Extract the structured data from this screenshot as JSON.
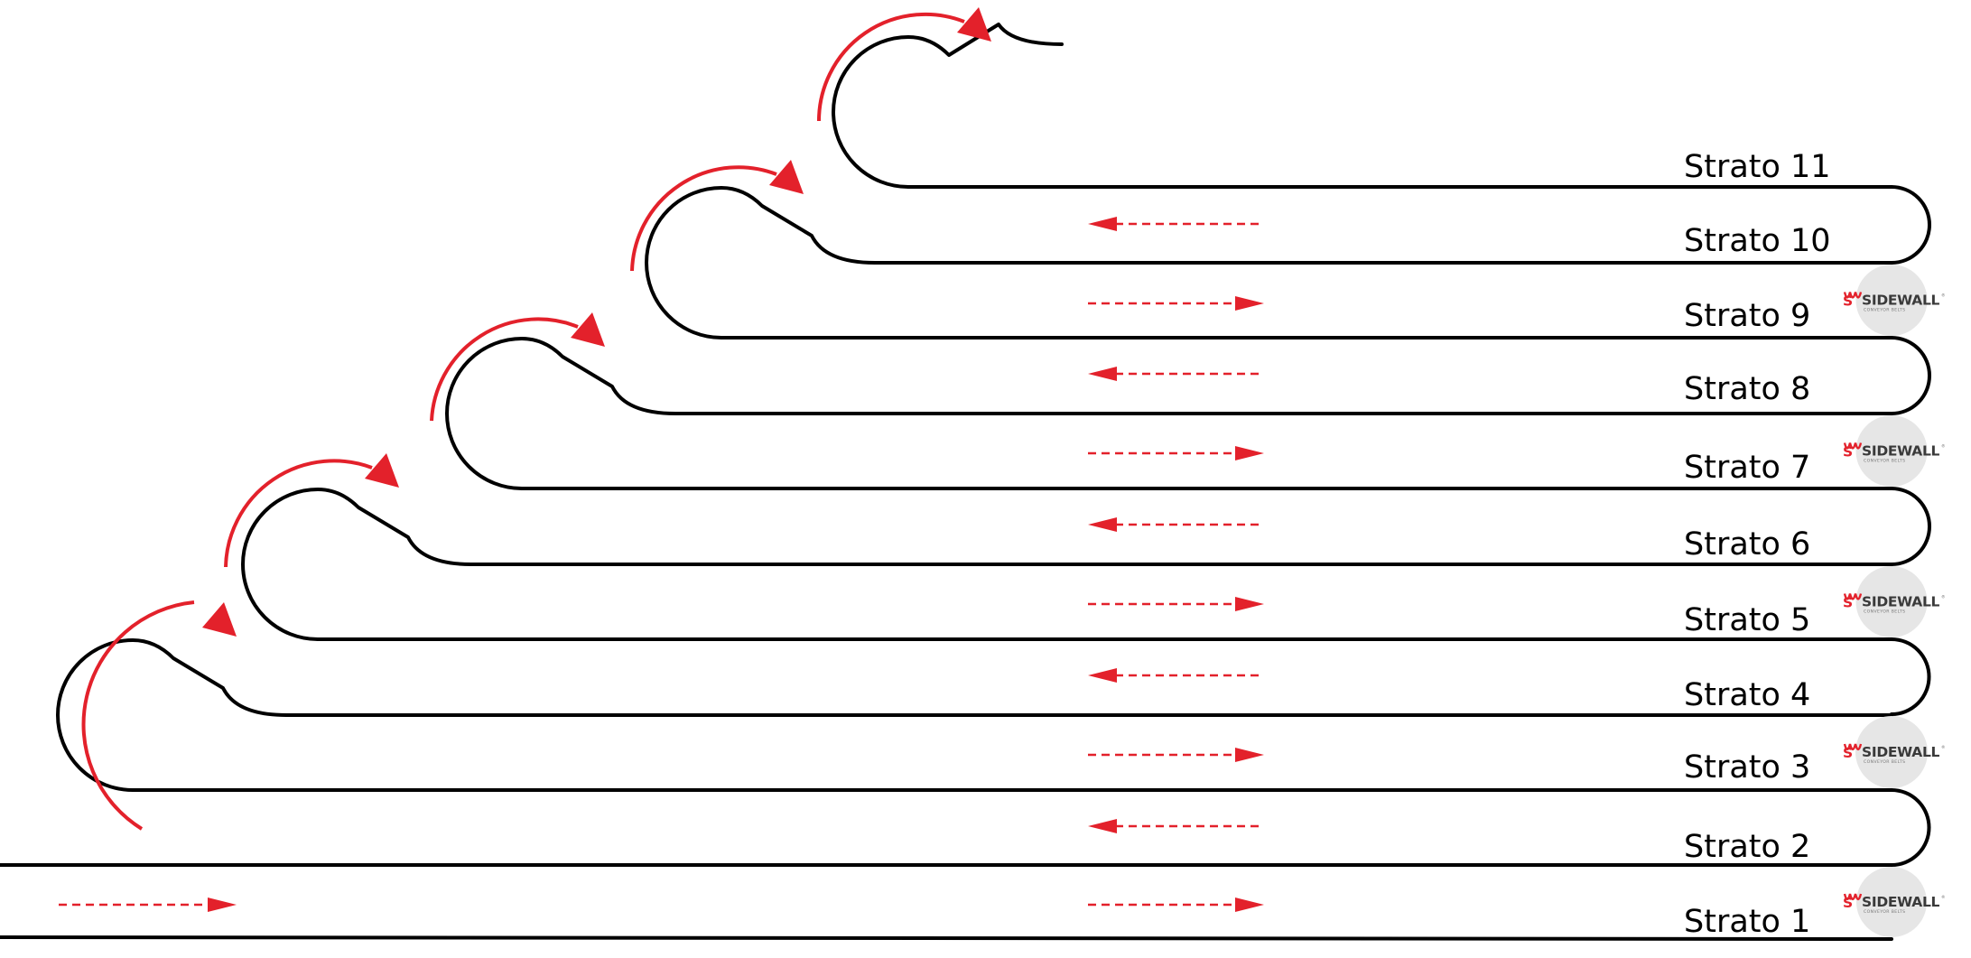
{
  "diagram": {
    "layers": [
      "Strato 1",
      "Strato 2",
      "Strato 3",
      "Strato 4",
      "Strato 5",
      "Strato 6",
      "Strato 7",
      "Strato 8",
      "Strato 9",
      "Strato 10",
      "Strato 11"
    ],
    "drum_logo": {
      "mark": "S",
      "name": "SIDEWALL",
      "registered": "®",
      "tagline": "CONVEYOR BELTS"
    },
    "flow_directions_bottom_to_top": [
      "right",
      "left",
      "right",
      "left",
      "right",
      "left",
      "right",
      "left",
      "right",
      "left"
    ],
    "colors": {
      "belt": "#000000",
      "arrow": "#e3212b",
      "drum": "#e6e6e6"
    }
  }
}
